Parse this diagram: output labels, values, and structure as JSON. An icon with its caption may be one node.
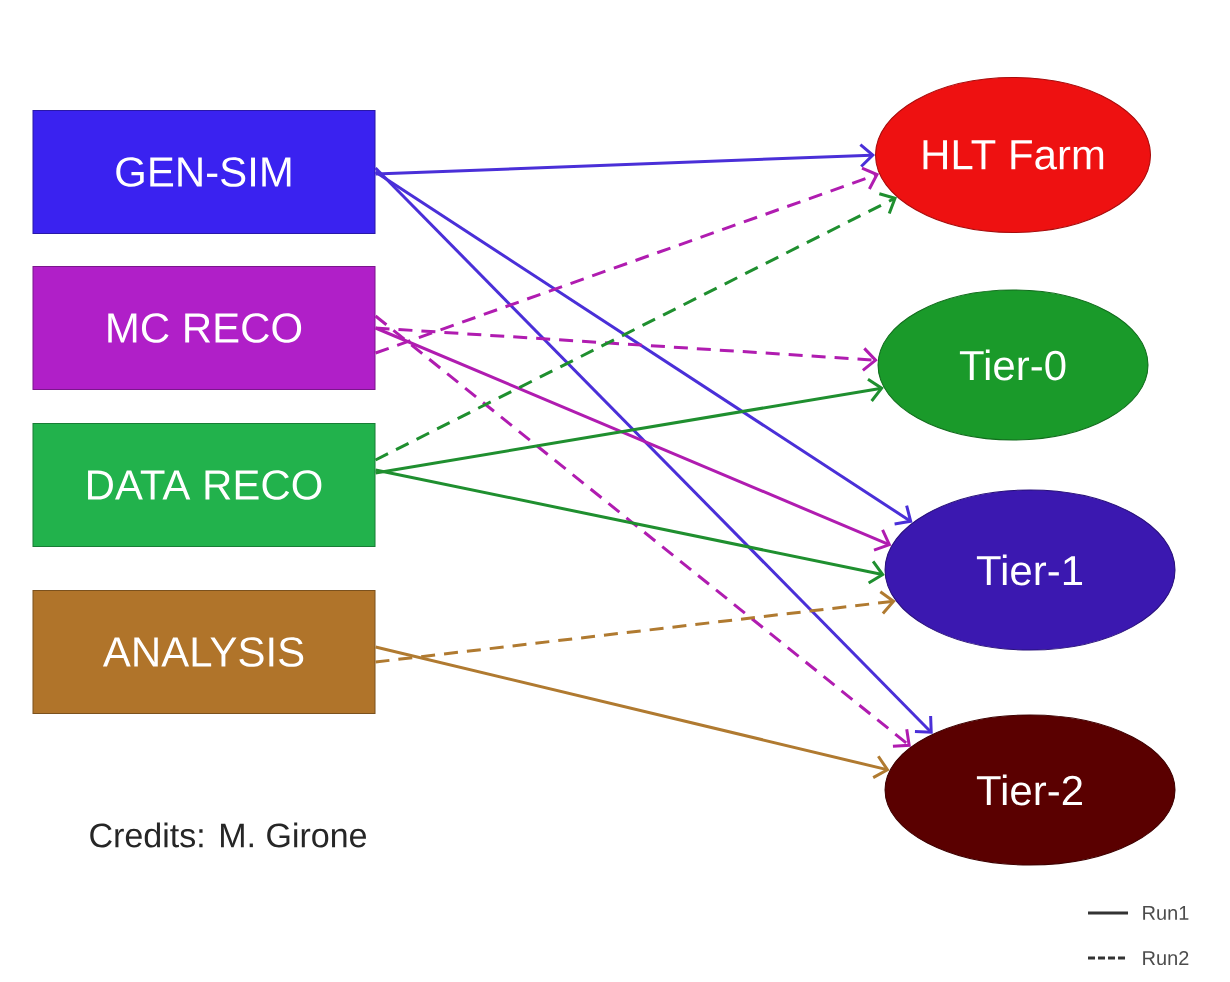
{
  "diagram": {
    "nodes": [
      {
        "text": [
          "GEN-SIM"
        ]
      },
      {
        "text": [
          "MC RECO"
        ]
      },
      {
        "text": [
          "DATA RECO"
        ]
      },
      {
        "text": [
          "ANALYSIS"
        ]
      },
      {
        "text": [
          "HLT Farm"
        ]
      },
      {
        "text": [
          "Tier-0"
        ]
      },
      {
        "text": [
          "Tier-1"
        ]
      },
      {
        "text": [
          "Tier-2"
        ]
      }
    ],
    "edges": [
      {
        "from": 0,
        "to": 4,
        "arrow": "to",
        "color": "#4a2fd8"
      },
      {
        "from": 0,
        "to": 6,
        "arrow": "to",
        "color": "#4a2fd8"
      },
      {
        "from": 0,
        "to": 7,
        "arrow": "to",
        "color": "#4a2fd8"
      },
      {
        "from": 1,
        "to": 4,
        "arrow": "to",
        "style": "dashed",
        "color": "#b01cb0"
      },
      {
        "from": 1,
        "to": 5,
        "arrow": "to",
        "style": "dashed",
        "color": "#b01cb0"
      },
      {
        "from": 1,
        "to": 6,
        "arrow": "to",
        "color": "#b01cb0"
      },
      {
        "from": 1,
        "to": 7,
        "arrow": "to",
        "style": "dashed",
        "color": "#b01cb0"
      },
      {
        "from": 2,
        "to": 4,
        "arrow": "to",
        "style": "dashed",
        "color": "#1f8f2f"
      },
      {
        "from": 2,
        "to": 5,
        "arrow": "to",
        "color": "#1f8f2f"
      },
      {
        "from": 2,
        "to": 6,
        "arrow": "to",
        "color": "#1f8f2f"
      },
      {
        "from": 3,
        "to": 6,
        "arrow": "to",
        "style": "dashed",
        "color": "#b07a30"
      },
      {
        "from": 3,
        "to": 7,
        "arrow": "to",
        "color": "#b07a30"
      }
    ],
    "labels": [
      "Credits: M. Girone"
    ],
    "legend": [
      {
        "text": "Run1"
      },
      {
        "text": "Run2"
      }
    ]
  }
}
